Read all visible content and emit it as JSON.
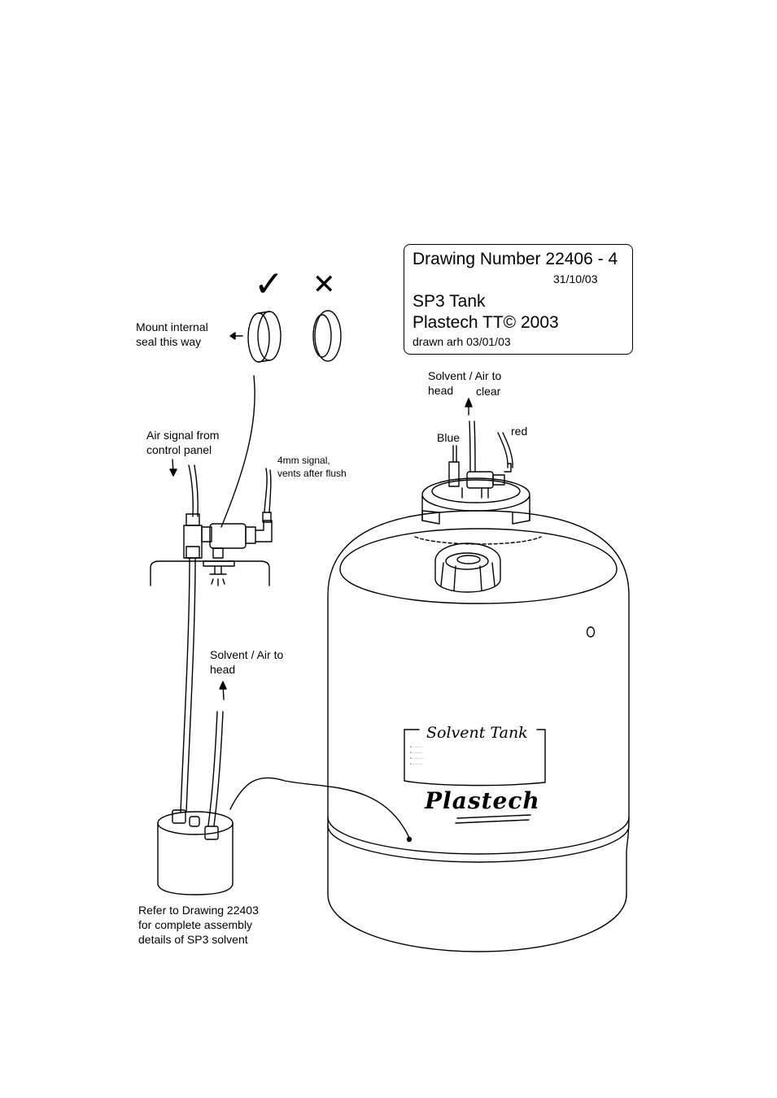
{
  "title_block": {
    "drawing_number": "Drawing Number 22406 - 4",
    "date": "31/10/03",
    "product": "SP3  Tank",
    "copyright": "Plastech TT© 2003",
    "drawn_by": "drawn arh 03/01/03"
  },
  "seal": {
    "correct_mark": "✓",
    "wrong_mark": "✕",
    "mount_note_line1": "Mount internal",
    "mount_note_line2": "seal this way"
  },
  "annotations": {
    "air_signal_line1": "Air signal from",
    "air_signal_line2": "control panel",
    "signal_4mm_line1": "4mm signal,",
    "signal_4mm_line2": "vents after flush",
    "solvent_top_line1": "Solvent / Air to",
    "solvent_top_line2": "head",
    "solvent_top_clear": "clear",
    "blue": "Blue",
    "red": "red",
    "solvent_low_line1": "Solvent / Air to",
    "solvent_low_line2": "head",
    "refer_line1": "Refer to Drawing 22403",
    "refer_line2": "for complete assembly",
    "refer_line3": "details of SP3 solvent"
  },
  "tank": {
    "label_title": "Solvent Tank",
    "brand": "Plastech",
    "gauge_mark": "O"
  },
  "icons": [
    "arrow-up-icon",
    "arrow-left-icon",
    "arrow-down-icon",
    "check-icon",
    "cross-icon"
  ]
}
